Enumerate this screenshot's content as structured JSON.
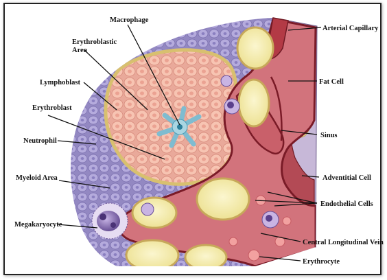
{
  "labels": {
    "macrophage": "Macrophage",
    "arterial_capillary": "Arterial Capillary",
    "erythroblastic_area_line1": "Erythroblastic",
    "erythroblastic_area_line2": "Area",
    "lymphoblast": "Lymphoblast",
    "fat_cell": "Fat Cell",
    "erythroblast": "Erythroblast",
    "sinus": "Sinus",
    "neutrophil": "Neutrophil",
    "myeloid_area": "Myeloid Area",
    "adventitial_cell": "Adventitial Cell",
    "endothelial_cells": "Endothelial Cells",
    "megakaryocyte": "Megakaryocyte",
    "central_longitudinal_vein": "Central Longitudinal Vein",
    "erythrocyte": "Erythrocyte"
  },
  "colors": {
    "myeloid_tissue": "#9a8fc7",
    "myeloid_cell": "#b7aee0",
    "erythroblastic_area": "#f2c3a8",
    "erythroblast_cell": "#f6b8a5",
    "fat_cell": "#f5edb5",
    "vessel": "#c9515c",
    "vessel_wall": "#8a1f2a",
    "sinus_fill": "#d77b82",
    "stroma": "#e6cf8a",
    "macrophage": "#8fc7d6"
  }
}
